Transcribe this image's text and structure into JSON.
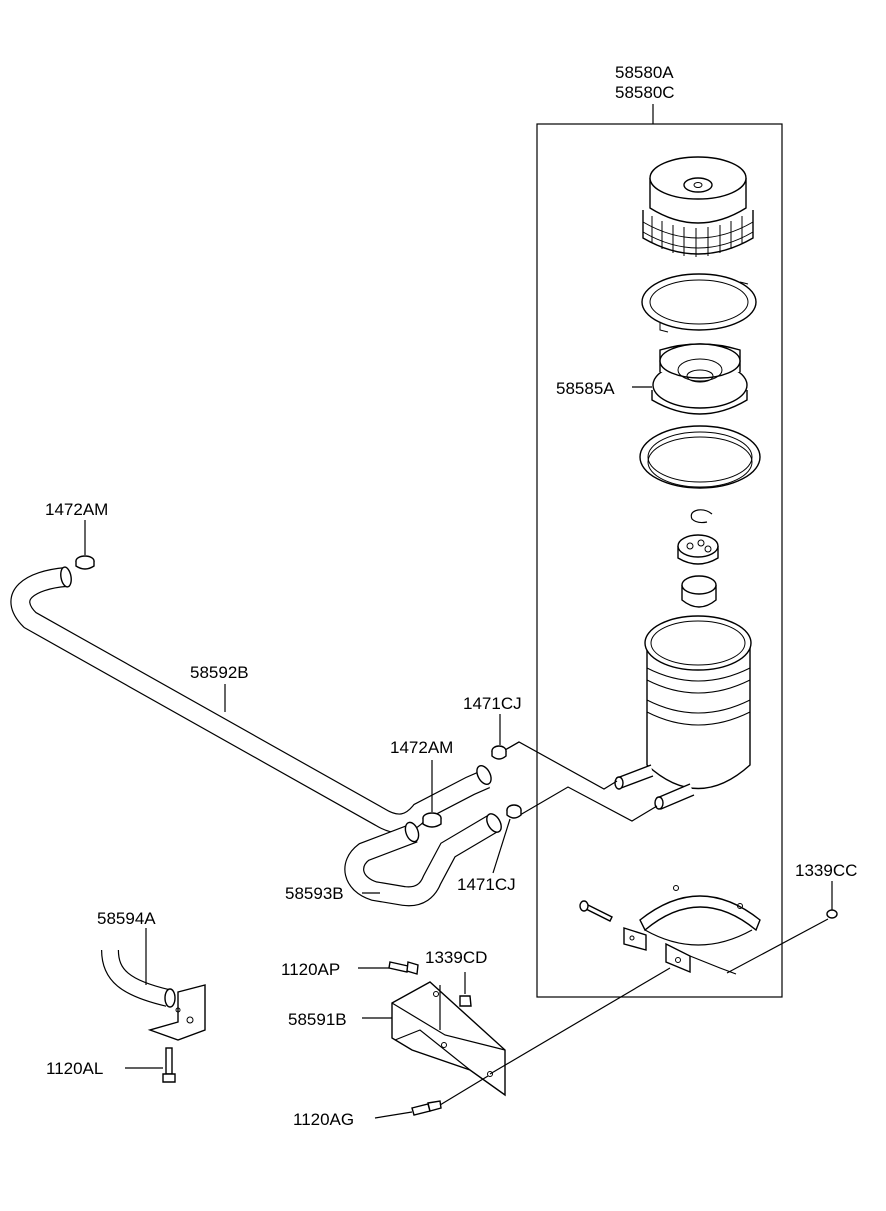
{
  "labels": {
    "assembly_a": "58580A",
    "assembly_c": "58580C",
    "filter": "58585A",
    "clamp_top": "1472AM",
    "hose_main": "58592B",
    "clamp_mid": "1472AM",
    "clip_upper": "1471CJ",
    "hose_return": "58593B",
    "clip_lower": "1471CJ",
    "nut_right": "1339CC",
    "pipe_bracket": "58594A",
    "bolt_upper": "1120AP",
    "nut_mid": "1339CD",
    "bracket": "58591B",
    "bolt_left": "1120AL",
    "bolt_lower": "1120AG"
  }
}
